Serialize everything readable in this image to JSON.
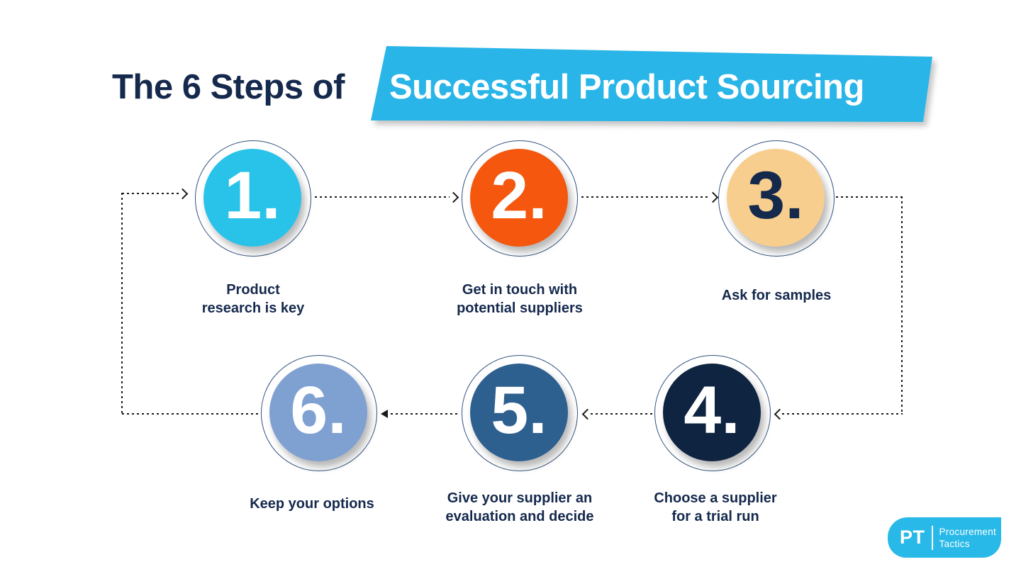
{
  "title": {
    "prefix": "The 6 Steps of",
    "highlight": "Successful Product Sourcing",
    "prefix_color": "#15294D",
    "highlight_color": "#FFFFFF",
    "highlight_bg": "#29B5E8"
  },
  "steps": [
    {
      "number": "1.",
      "lines": [
        "Product",
        "research is key"
      ],
      "circle_color": "#29C3E9",
      "number_color": "#FFFFFF"
    },
    {
      "number": "2.",
      "lines": [
        "Get in touch with",
        "potential suppliers"
      ],
      "circle_color": "#F4570D",
      "number_color": "#FFFFFF"
    },
    {
      "number": "3.",
      "lines": [
        "Ask for samples"
      ],
      "circle_color": "#F8CE8E",
      "number_color": "#15294D"
    },
    {
      "number": "4.",
      "lines": [
        "Choose a supplier",
        "for a trial run"
      ],
      "circle_color": "#0E2440",
      "number_color": "#FFFFFF"
    },
    {
      "number": "5.",
      "lines": [
        "Give your supplier an",
        "evaluation and decide"
      ],
      "circle_color": "#2D608F",
      "number_color": "#FFFFFF"
    },
    {
      "number": "6.",
      "lines": [
        "Keep your options"
      ],
      "circle_color": "#7FA1D2",
      "number_color": "#FFFFFF"
    }
  ],
  "logo": {
    "abbr": "PT",
    "line1": "Procurement",
    "line2": "Tactics",
    "bg": "#29B9E8",
    "text_color": "#FFFFFF"
  },
  "colors": {
    "background": "#FFFFFF",
    "text_navy": "#15294D",
    "flow_line": "#1B1B1B",
    "ring_outline": "#32517E"
  }
}
